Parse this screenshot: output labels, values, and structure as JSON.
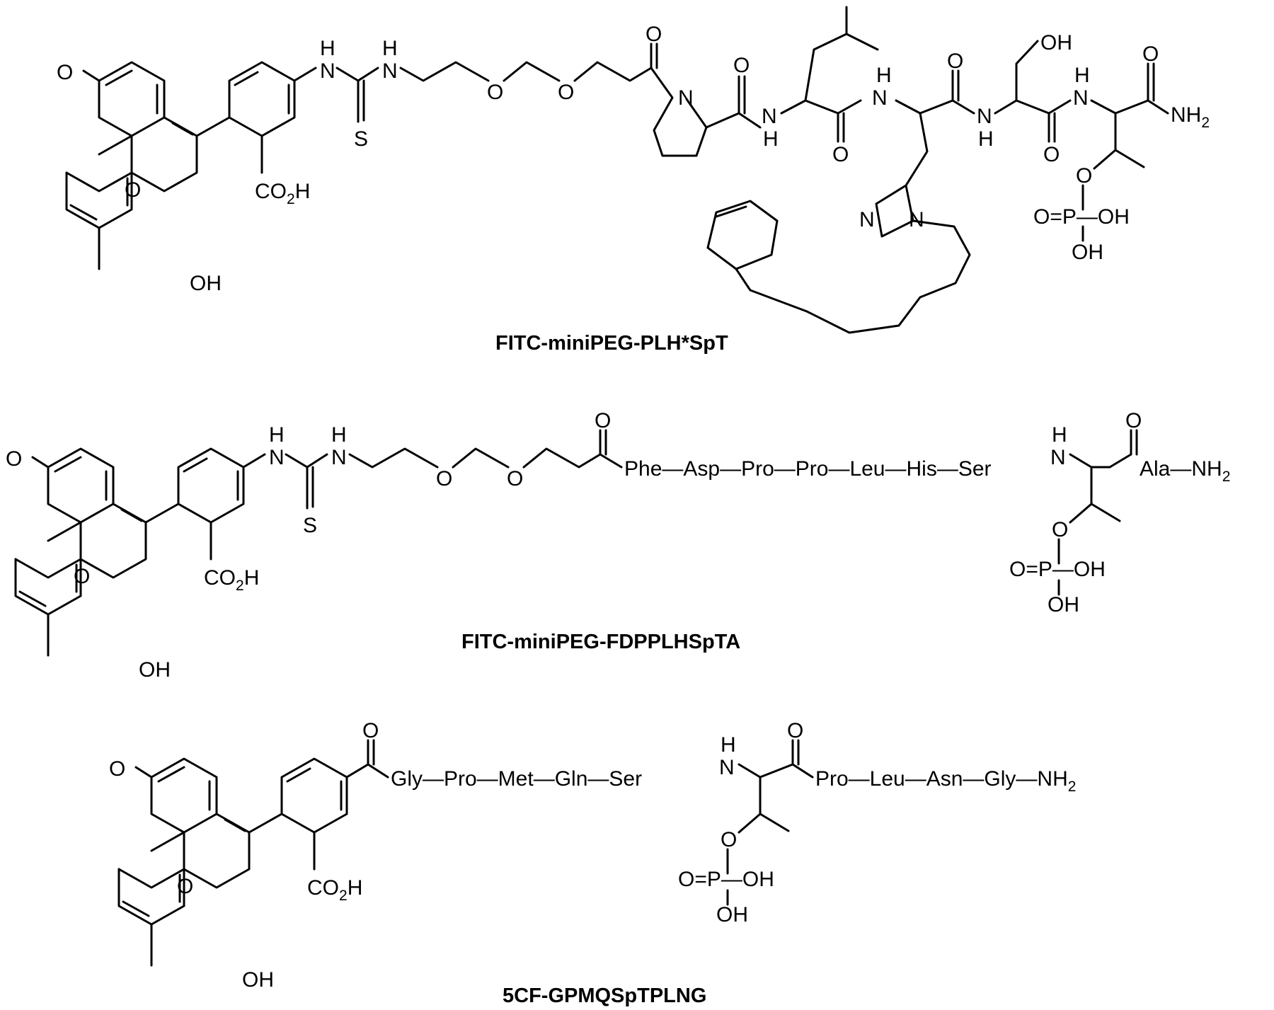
{
  "molecules": [
    {
      "caption": "FITC-miniPEG-PLH*SpT",
      "atoms": {
        "carbonyl_O": "O",
        "ring_O": "O",
        "hydroxyl": "OH",
        "co2h_main": "CO",
        "co2h_sub": "2",
        "co2h_tail": "H",
        "nh1_H": "H",
        "nh1_N": "N",
        "nh2_H": "H",
        "nh2_N": "N",
        "thio_S": "S",
        "peg_O1": "O",
        "peg_O2": "O",
        "acyl_O": "O",
        "pro_N": "N",
        "pro_O": "O",
        "leu_NH_N": "N",
        "leu_NH_H": "H",
        "leu_O": "O",
        "his_NH_N": "N",
        "his_NH_H": "H",
        "his_O": "O",
        "imid_N1": "N",
        "imid_N3": "N",
        "ser_NH_N": "N",
        "ser_NH_H": "H",
        "ser_OH": "OH",
        "ser_O": "O",
        "thr_NH_N": "N",
        "thr_NH_H": "H",
        "amide_O": "O",
        "amide_NH2": "NH",
        "amide_sub": "2",
        "phos_O": "O",
        "phos_P": "O=P—OH",
        "phos_OH": "OH"
      }
    },
    {
      "caption": "FITC-miniPEG-FDPPLHSpTA",
      "atoms": {
        "carbonyl_O": "O",
        "ring_O": "O",
        "hydroxyl": "OH",
        "co2h_main": "CO",
        "co2h_sub": "2",
        "co2h_tail": "H",
        "nh1_H": "H",
        "nh1_N": "N",
        "nh2_H": "H",
        "nh2_N": "N",
        "thio_S": "S",
        "peg_O1": "O",
        "peg_O2": "O",
        "acyl_O": "O",
        "seq": "Phe—Asp—Pro—Pro—Leu—His—Ser",
        "thr_NH_N": "N",
        "thr_NH_H": "H",
        "thr_O": "O",
        "ala": "Ala—NH",
        "ala_sub": "2",
        "phos_O": "O",
        "phos_P": "O=P—OH",
        "phos_OH": "OH"
      }
    },
    {
      "caption": "5CF-GPMQSpTPLNG",
      "atoms": {
        "carbonyl_O": "O",
        "ring_O": "O",
        "hydroxyl": "OH",
        "co2h_main": "CO",
        "co2h_sub": "2",
        "co2h_tail": "H",
        "acyl_O": "O",
        "seq": "Gly—Pro—Met—Gln—Ser",
        "thr_NH_N": "N",
        "thr_NH_H": "H",
        "thr_O": "O",
        "seq2": "Pro—Leu—Asn—Gly—NH",
        "seq2_sub": "2",
        "phos_O": "O",
        "phos_P": "O=P—OH",
        "phos_OH": "OH"
      }
    }
  ]
}
